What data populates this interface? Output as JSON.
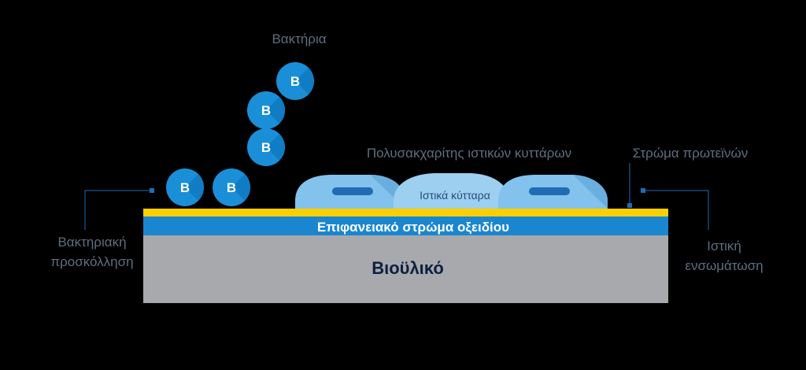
{
  "labels": {
    "bacteria": "Βακτήρια",
    "bacteria_letter": "B",
    "polysaccharides": "Πολυσακχαρίτης ιστικών κυττάρων",
    "protein_layer": "Στρώμα πρωτεϊνών",
    "tissue_cells": "Ιστικά κύτταρα",
    "oxide_layer": "Επιφανειακό στρώμα οξειδίου",
    "biomaterial": "Βιοϋλικό",
    "bacterial_adhesion_line1": "Βακτηριακή",
    "bacterial_adhesion_line2": "προσκόλληση",
    "tissue_integration_line1": "Ιστική",
    "tissue_integration_line2": "ενσωμάτωση"
  },
  "colors": {
    "background": "#000000",
    "biomaterial": "#a7a9ac",
    "oxide_layer": "#1a86d0",
    "protein_layer": "#fcd000",
    "bacteria": "#1a8fd8",
    "cell": "#82c2ec",
    "cell_nucleus": "#1f6cb4",
    "label_gray": "#5f6e80",
    "connector": "#1f6cb4"
  }
}
